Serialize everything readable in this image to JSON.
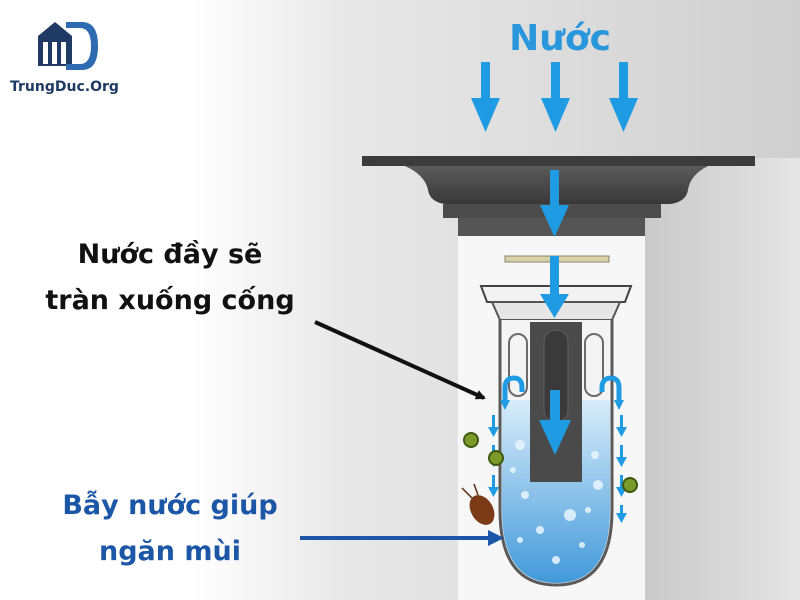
{
  "brand": {
    "name": "TrungDuc.Org",
    "logo_icon": "house-d-logo-icon",
    "logo_color": "#1f3a64"
  },
  "title": "Nước",
  "labels": {
    "overflow_line1": "Nước đầy sẽ",
    "overflow_line2": "tràn xuống cống",
    "trap_line1": "Bẫy nước giúp",
    "trap_line2": "ngăn mùi"
  },
  "colors": {
    "water_title": "#2a97dd",
    "arrow_blue": "#1e9be3",
    "trap_label": "#1c56a6",
    "pointer_black": "#111111",
    "pointer_blue": "#1c56a6",
    "drain_dark": "#4a4a4a"
  },
  "icons": [
    "water-down-arrow-icon",
    "bacteria-icon",
    "cockroach-icon",
    "water-bubble-icon"
  ]
}
